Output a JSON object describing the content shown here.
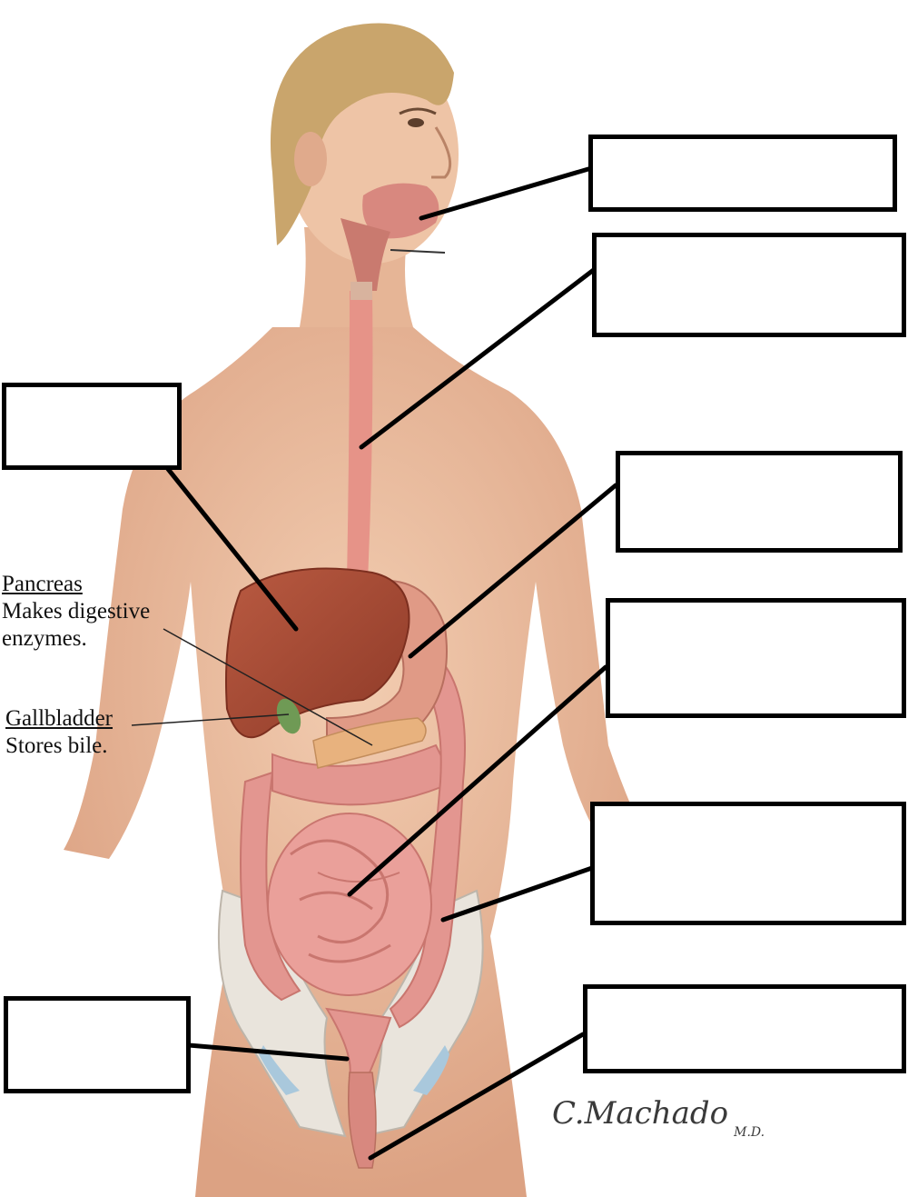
{
  "annotations": {
    "pancreas": {
      "title": "Pancreas",
      "line1": "Makes digestive",
      "line2": "enzymes."
    },
    "gallbladder": {
      "title": "Gallbladder",
      "line1": "Stores bile."
    }
  },
  "signature": {
    "name": "C.Machado",
    "suffix": "M.D."
  },
  "label_boxes": [
    {
      "id": "mouth",
      "value": ""
    },
    {
      "id": "esophagus",
      "value": ""
    },
    {
      "id": "liver",
      "value": ""
    },
    {
      "id": "stomach",
      "value": ""
    },
    {
      "id": "small-intestine",
      "value": ""
    },
    {
      "id": "large-intestine",
      "value": ""
    },
    {
      "id": "rectum",
      "value": ""
    },
    {
      "id": "anus",
      "value": ""
    }
  ],
  "colors": {
    "skin": "#ecc0a2",
    "skin_shadow": "#d79f80",
    "hair": "#c9a56c",
    "liver": "#a84a35",
    "stomach": "#e09a86",
    "intestine": "#eaa09a",
    "intestine_dark": "#c9766f",
    "colon": "#e39690",
    "bone": "#e9e4dc",
    "cartilage": "#a9c8dc",
    "pancreas": "#e8b27e",
    "esophagus": "#e69388",
    "leader": "#000000"
  }
}
